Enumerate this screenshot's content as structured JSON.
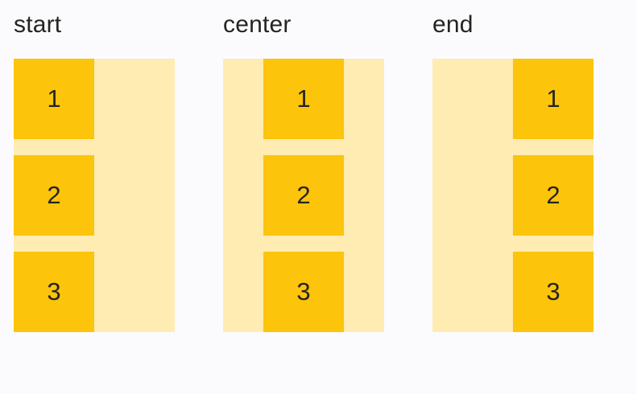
{
  "colors": {
    "page-bg": "#FBFBFE",
    "track-bg": "#FFECB3",
    "item-bg": "#FCC40A",
    "text": "#252423"
  },
  "groups": [
    {
      "label": "start",
      "alignment": "start",
      "items": [
        "1",
        "2",
        "3"
      ]
    },
    {
      "label": "center",
      "alignment": "center",
      "items": [
        "1",
        "2",
        "3"
      ]
    },
    {
      "label": "end",
      "alignment": "end",
      "items": [
        "1",
        "2",
        "3"
      ]
    }
  ]
}
